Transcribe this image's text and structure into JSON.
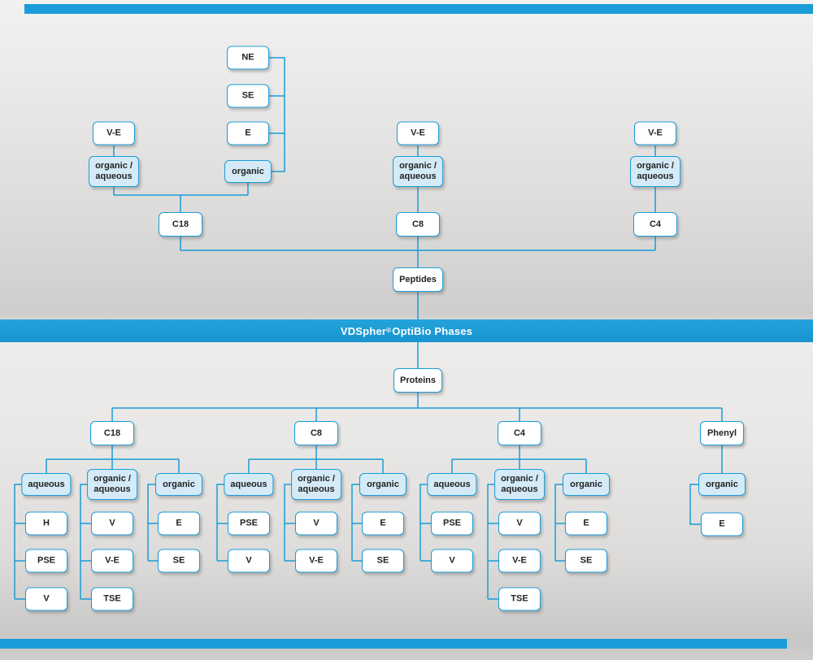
{
  "banner": {
    "brand": "VDSpher",
    "registered": "®",
    "suffix": " OptiBio Phases"
  },
  "colors": {
    "accent": "#1b9cd8",
    "mode_fill": "#d5eaf7",
    "box_fill": "#ffffff"
  },
  "peptides_section": {
    "root": "Peptides",
    "c18": {
      "label": "C18",
      "groups": [
        {
          "mode": "organic /\naqueous",
          "types": [
            "V-E"
          ]
        },
        {
          "mode": "organic",
          "types": [
            "E",
            "SE",
            "NE"
          ]
        }
      ]
    },
    "c8": {
      "label": "C8",
      "groups": [
        {
          "mode": "organic /\naqueous",
          "types": [
            "V-E"
          ]
        }
      ]
    },
    "c4": {
      "label": "C4",
      "groups": [
        {
          "mode": "organic /\naqueous",
          "types": [
            "V-E"
          ]
        }
      ]
    }
  },
  "proteins_section": {
    "root": "Proteins",
    "c18": {
      "label": "C18",
      "groups": [
        {
          "mode": "aqueous",
          "types": [
            "H",
            "PSE",
            "V"
          ]
        },
        {
          "mode": "organic /\naqueous",
          "types": [
            "V",
            "V-E",
            "TSE"
          ]
        },
        {
          "mode": "organic",
          "types": [
            "E",
            "SE"
          ]
        }
      ]
    },
    "c8": {
      "label": "C8",
      "groups": [
        {
          "mode": "aqueous",
          "types": [
            "PSE",
            "V"
          ]
        },
        {
          "mode": "organic /\naqueous",
          "types": [
            "V",
            "V-E"
          ]
        },
        {
          "mode": "organic",
          "types": [
            "E",
            "SE"
          ]
        }
      ]
    },
    "c4": {
      "label": "C4",
      "groups": [
        {
          "mode": "aqueous",
          "types": [
            "PSE",
            "V"
          ]
        },
        {
          "mode": "organic /\naqueous",
          "types": [
            "V",
            "V-E",
            "TSE"
          ]
        },
        {
          "mode": "organic",
          "types": [
            "E",
            "SE"
          ]
        }
      ]
    },
    "phenyl": {
      "label": "Phenyl",
      "groups": [
        {
          "mode": "organic",
          "types": [
            "E"
          ]
        }
      ]
    }
  }
}
